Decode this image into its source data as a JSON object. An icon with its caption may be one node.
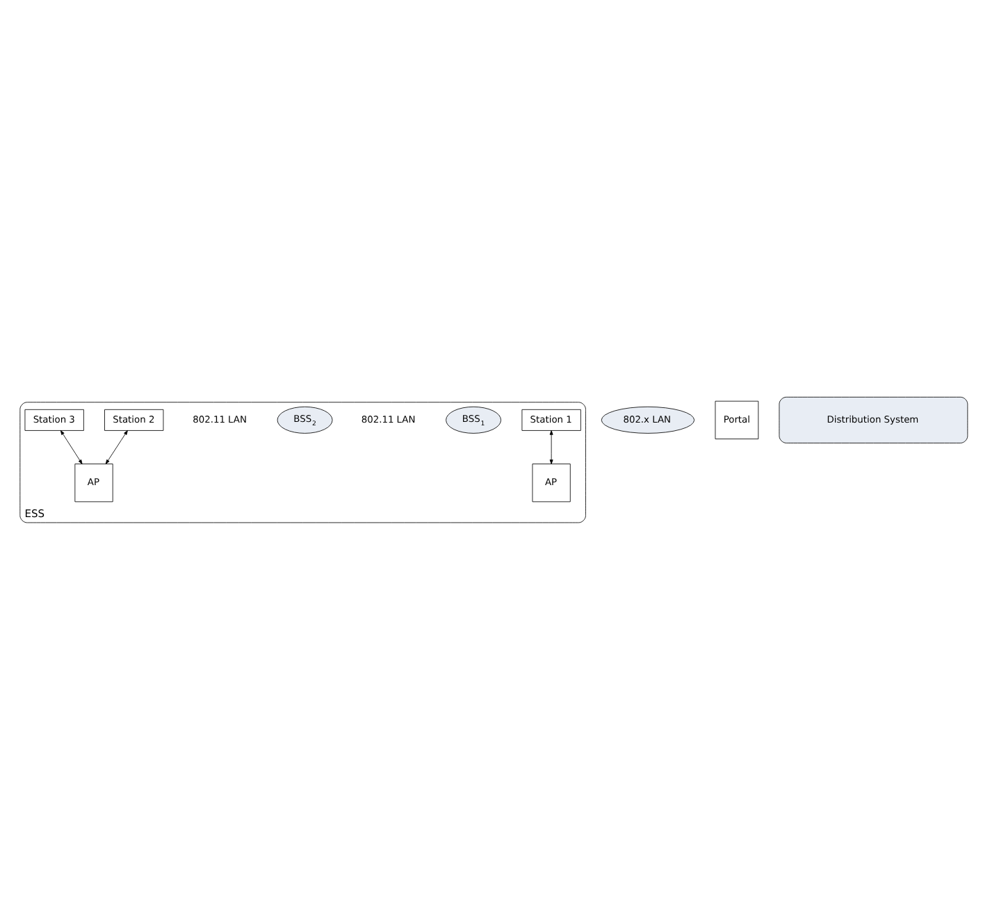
{
  "diagram": {
    "nodes": [
      {
        "text": [
          "ESS"
        ]
      },
      {
        "text": [
          "Station 1"
        ],
        "in": 0
      },
      {
        "text": [
          "BSS$_{1}$"
        ],
        "in": 0,
        "beside": [
          "802.11 LAN"
        ]
      },
      {
        "text": [
          "AP"
        ],
        "in": 0
      },
      {
        "text": [
          "802.x LAN"
        ]
      },
      {
        "text": [
          "Portal"
        ]
      },
      {
        "text": [
          "Distribution System"
        ]
      },
      {
        "text": [
          "AP"
        ],
        "in": 0
      },
      {
        "text": [
          "BSS$_{2}$"
        ],
        "in": 0,
        "beside": [
          "802.11 LAN"
        ]
      },
      {
        "text": [
          "Station 2"
        ],
        "in": 0
      },
      {
        "text": [
          "Station 3"
        ],
        "in": 0
      }
    ],
    "edges": [
      {
        "from": 1,
        "to": 3,
        "arrow": "both"
      },
      {
        "from": 9,
        "to": 7,
        "arrow": "both"
      },
      {
        "from": 10,
        "to": 7,
        "arrow": "both"
      }
    ]
  }
}
